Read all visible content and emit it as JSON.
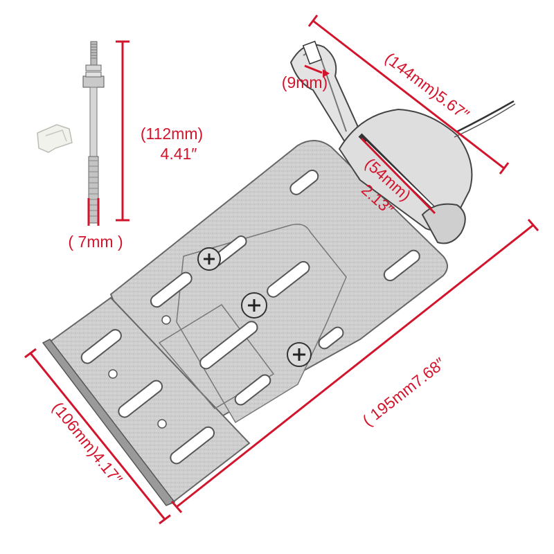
{
  "dimensions": {
    "bolt_length_mm": "(112mm)",
    "bolt_length_in": "4.41″",
    "bolt_diameter": "( 7mm )",
    "top_width": "(144mm)5.67″",
    "hinge_gap": "(9mm)",
    "light_width_mm": "(54mm)",
    "light_width_in": "2.13″",
    "plate_length": "( 195mm7.68″",
    "bottom_width": "(106mm)4.17″"
  },
  "colors": {
    "dimension": "#d2142c",
    "metal": "#cfcfcf",
    "metal_dark": "#8a8a8a",
    "outline": "#555555"
  },
  "parts": {
    "bolt_icon": "threaded-bolt-icon",
    "clip_icon": "plastic-clip-icon",
    "plate_icon": "license-plate-bracket-icon",
    "light_icon": "plate-light-icon",
    "hinge_icon": "tilt-hinge-icon",
    "screw_icon": "phillips-screw-icon"
  }
}
